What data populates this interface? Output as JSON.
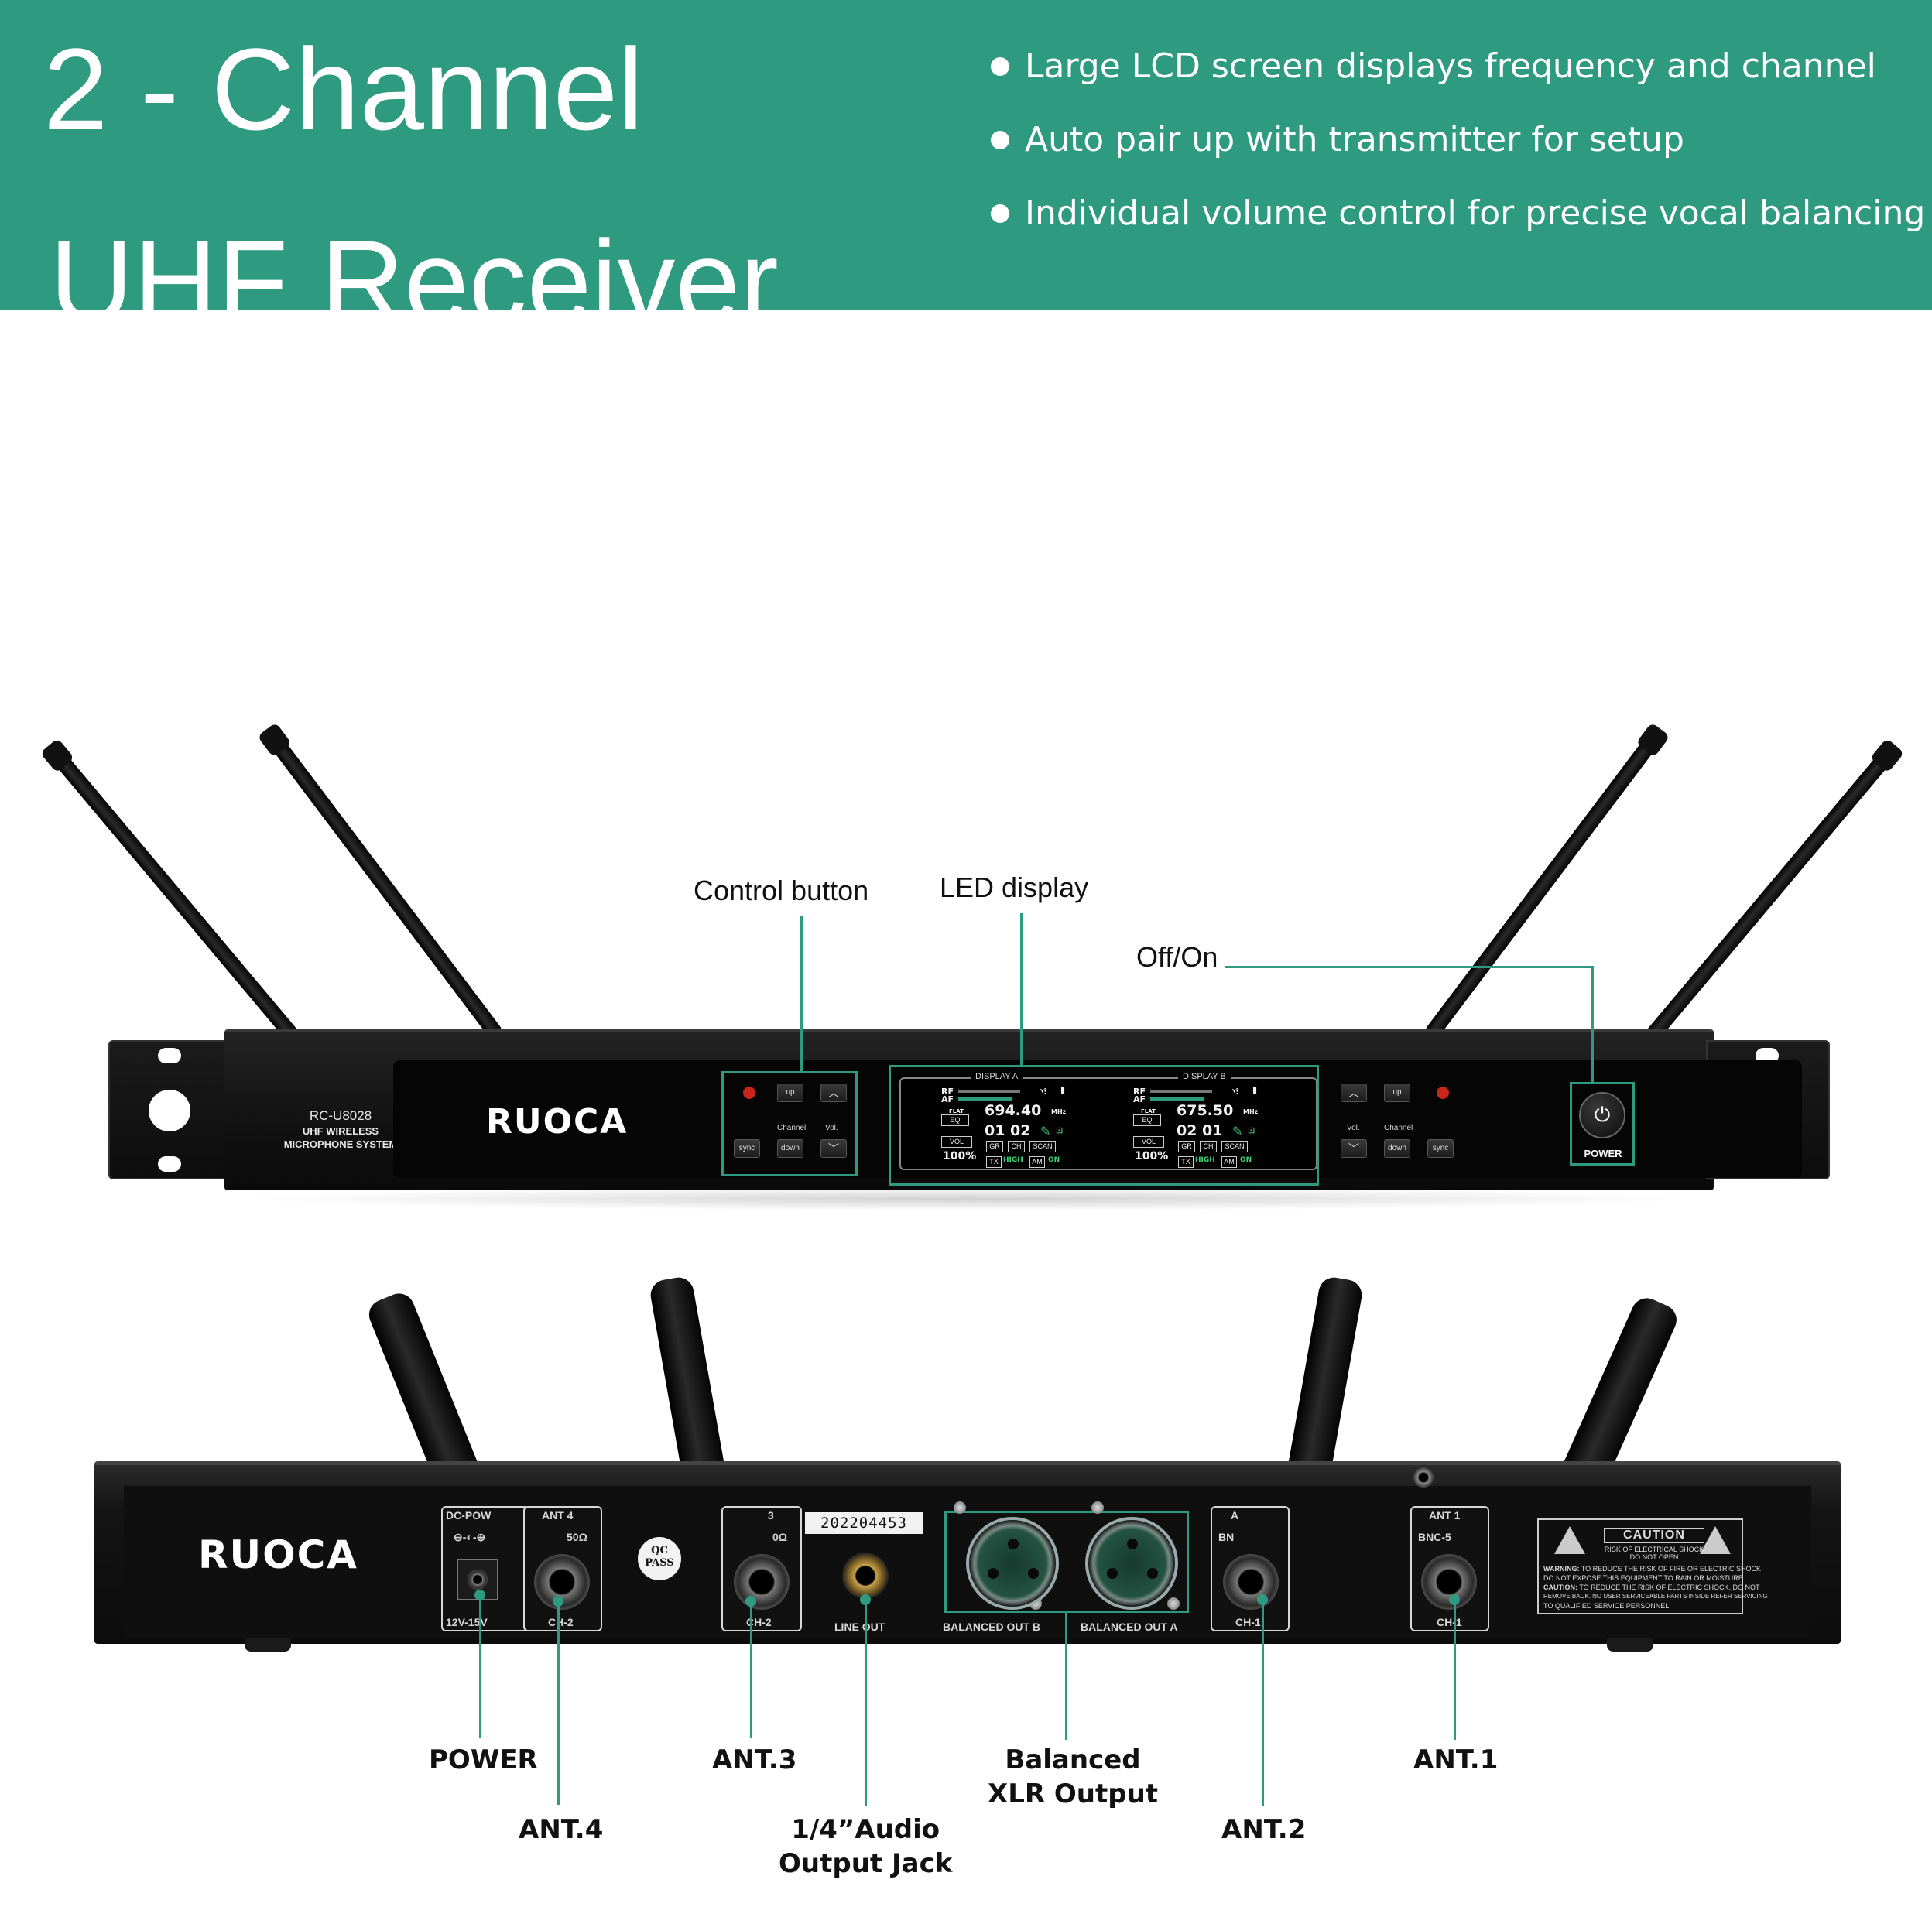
{
  "banner": {
    "title_line1": "2 - Channel",
    "title_line2": "UHF Receiver",
    "features": [
      "Large LCD screen displays frequency and channel",
      "Auto pair up with transmitter for setup",
      "Individual volume control for precise vocal balancing"
    ],
    "background_color": "#2e9a80"
  },
  "front_panel": {
    "brand": "RUOCA",
    "model_code": "RC-U8028",
    "model_desc_line1": "UHF WIRELESS",
    "model_desc_line2": "MICROPHONE SYSTEM",
    "buttons_left": {
      "up": "up",
      "channel": "Channel",
      "vol": "Vol.",
      "sync": "sync",
      "down": "down"
    },
    "buttons_right": {
      "up": "up",
      "channel": "Channel",
      "vol": "Vol.",
      "sync": "sync",
      "down": "down"
    },
    "display_a": {
      "title": "DISPLAY A",
      "rf": "RF",
      "af": "AF",
      "frequency": "694.40",
      "unit": "MHz",
      "eq": "EQ",
      "flat": "FLAT",
      "group_channel": "01 02",
      "vol_label": "VOL",
      "vol_value": "100%",
      "gr": "GR",
      "ch": "CH",
      "scan": "SCAN",
      "tx": "TX",
      "tx_level": "HIGH",
      "am": "AM",
      "am_state": "ON"
    },
    "display_b": {
      "title": "DISPLAY B",
      "rf": "RF",
      "af": "AF",
      "frequency": "675.50",
      "unit": "MHz",
      "eq": "EQ",
      "flat": "FLAT",
      "group_channel": "02 01",
      "vol_label": "VOL",
      "vol_value": "100%",
      "gr": "GR",
      "ch": "CH",
      "scan": "SCAN",
      "tx": "TX",
      "tx_level": "HIGH",
      "am": "AM",
      "am_state": "ON"
    },
    "power_label": "POWER",
    "power_icon": "power-icon"
  },
  "front_callouts": {
    "control_button": "Control button",
    "led_display": "LED display",
    "off_on": "Off/On"
  },
  "rear_panel": {
    "brand": "RUOCA",
    "dc_power": "DC-POW",
    "voltage": "12V-15V",
    "ant4_plate": "ANT 4",
    "ant4_ohm": "50Ω",
    "ant4_ch": "CH-2",
    "ant3_plate": "3",
    "ant3_ohm": "0Ω",
    "ant3_ch": "CH-2",
    "qc_line1": "QC",
    "qc_line2": "PASS",
    "serial": "202204453",
    "line_out": "LINE OUT",
    "balanced_out_b": "BALANCED OUT B",
    "balanced_out_a": "BALANCED OUT A",
    "ant2_plate": "A",
    "ant2_bnc": "BN",
    "ant2_ch": "CH-1",
    "ant1_plate": "ANT 1",
    "ant1_bnc": "BNC-5",
    "ant1_ch": "CH-1",
    "caution": {
      "title": "CAUTION",
      "sub1": "RISK OF ELECTRICAL SHOCK",
      "sub2": "DO NOT OPEN",
      "warning_label": "WARNING:",
      "warning_text1": "TO REDUCE THE RISK OF FIRE OR ELECTRIC SHOCK",
      "warning_text2": "DO NOT EXPOSE THIS EQUIPMENT TO RAIN OR MOISTURE.",
      "caution_label": "CAUTION:",
      "caution_text1": "TO REDUCE THE RISK OF ELECTRIC SHOCK. DO NOT",
      "caution_text2": "REMOVE BACK. NO USER SERVICEABLE PARTS INSIDE REFER SERVICING",
      "caution_text3": "TO QUALIFIED SERVICE PERSONNEL."
    }
  },
  "rear_callouts": {
    "power": "POWER",
    "ant4": "ANT.4",
    "ant3": "ANT.3",
    "audio_jack_line1": "1/4”Audio",
    "audio_jack_line2": "Output Jack",
    "xlr_line1": "Balanced",
    "xlr_line2": "XLR Output",
    "ant2": "ANT.2",
    "ant1": "ANT.1"
  }
}
